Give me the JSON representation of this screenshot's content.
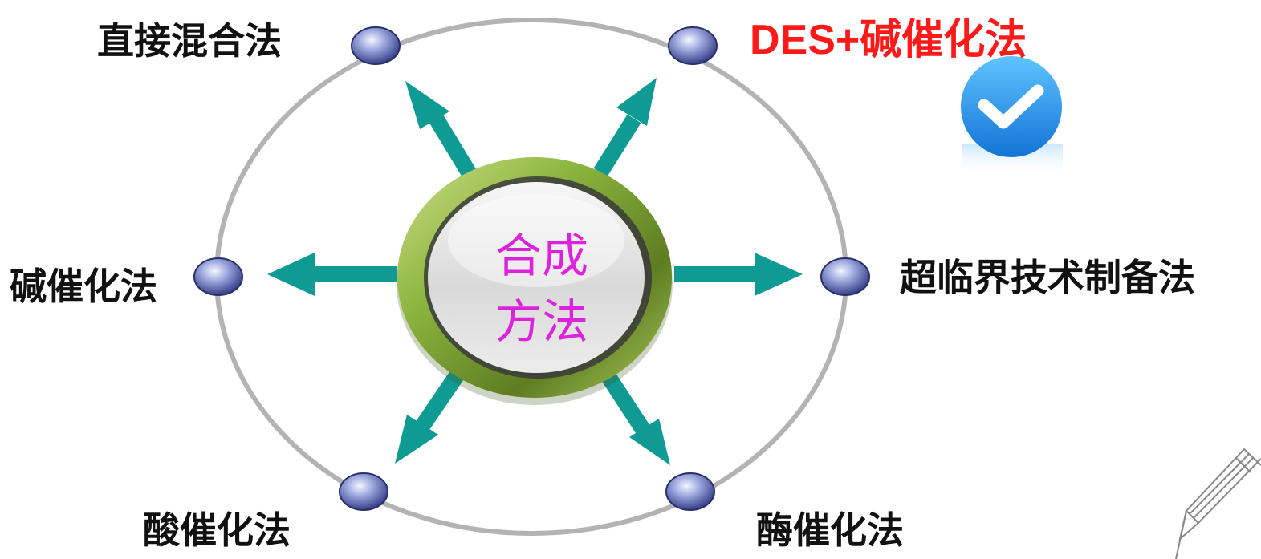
{
  "center": {
    "line1": "合成",
    "line2": "方法"
  },
  "methods": {
    "direct_mixing": "直接混合法",
    "des_base_catalysis": "DES+碱催化法",
    "base_catalysis": "碱催化法",
    "supercritical": "超临界技术制备法",
    "acid_catalysis": "酸催化法",
    "enzyme_catalysis": "酶催化法"
  },
  "colors": {
    "label_text": "#111111",
    "highlight_text": "#ff1a1a",
    "center_text": "#dd22dd",
    "arrow": "#0f9a93",
    "orbit": "#b3b3b3",
    "node": "#4a58a8",
    "check_badge": "#1e8fe8"
  },
  "icons": {
    "selected_marker": "check-circle-icon",
    "corner_decoration": "pencil-icon"
  }
}
